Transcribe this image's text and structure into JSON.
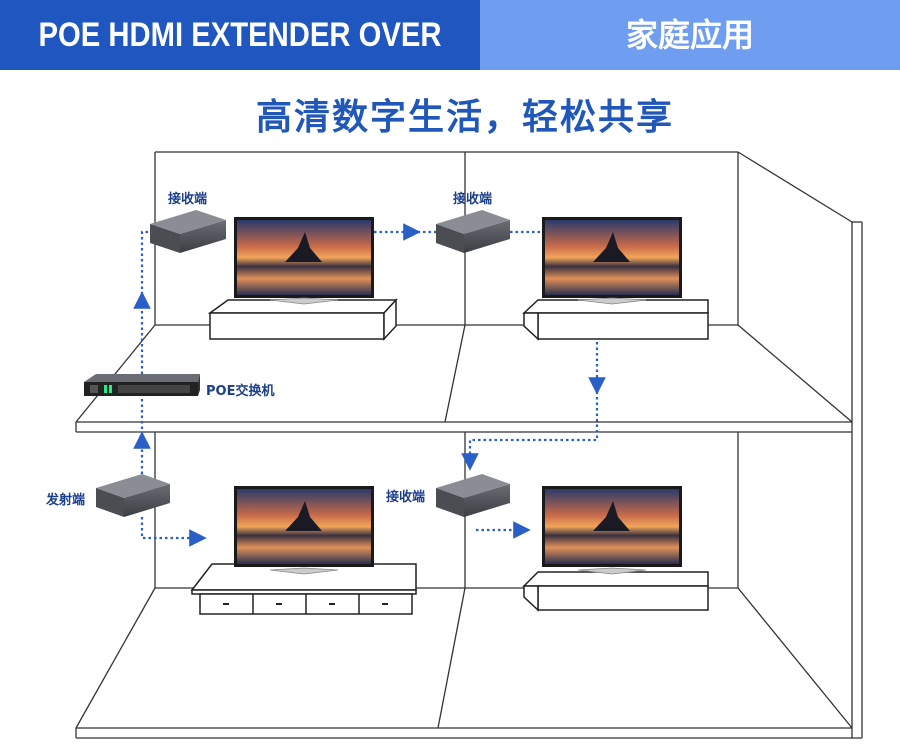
{
  "header": {
    "title": "POE HDMI EXTENDER OVER IP",
    "section": "家庭应用"
  },
  "subtitle": "高清数字生活，轻松共享",
  "labels": {
    "receiver_1": "接收端",
    "receiver_2": "接收端",
    "receiver_3": "接收端",
    "switch": "POE交换机",
    "transmitter": "发射端"
  },
  "colors": {
    "header_left": "#1f56bf",
    "header_right": "#6f9ef0",
    "subtitle": "#2057b8",
    "connection_line": "#2a5fc8"
  }
}
